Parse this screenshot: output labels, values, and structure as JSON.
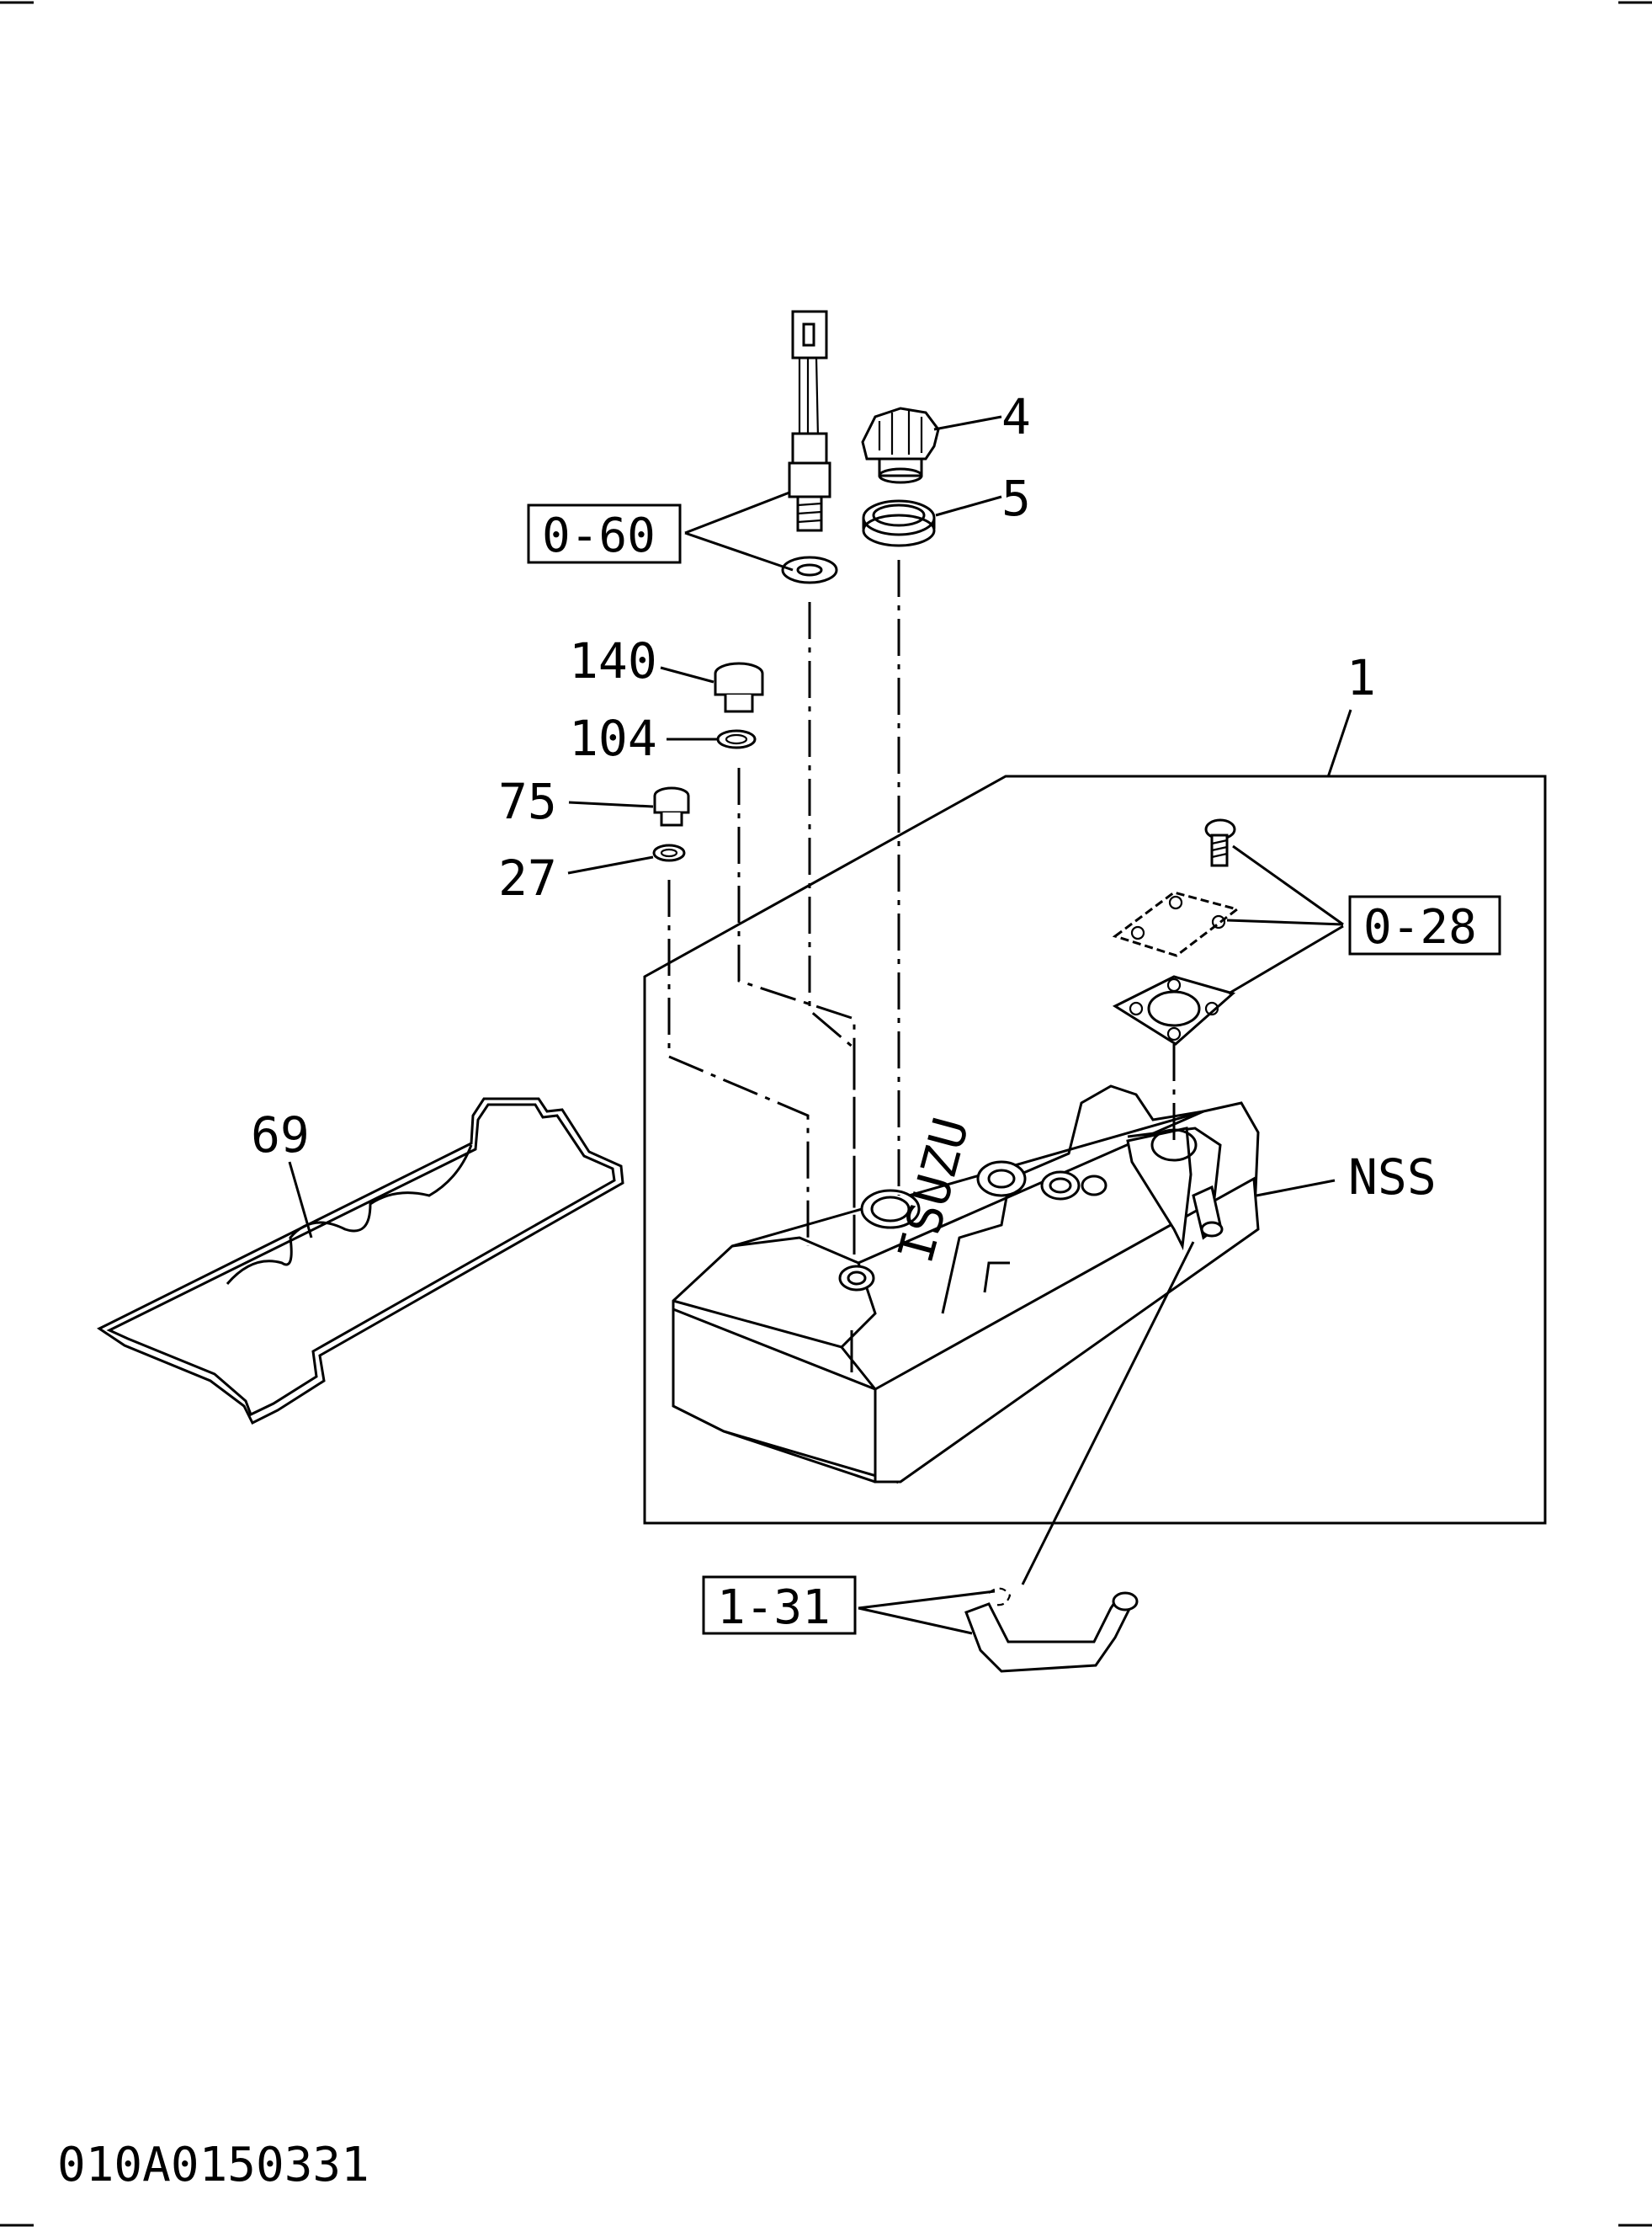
{
  "diagram": {
    "part_labels": {
      "cap": "4",
      "cap_seal": "5",
      "plug_large": "140",
      "washer_large": "104",
      "plug_small": "75",
      "washer_small": "27",
      "cover_assembly": "1",
      "gasket": "69",
      "not_serviced": "NSS"
    },
    "reference_boxes": {
      "sensor": "0-60",
      "cover_plate": "0-28",
      "hose": "1-31"
    },
    "cover_stamp": "ISUZU",
    "drawing_code": "010A0150331"
  }
}
